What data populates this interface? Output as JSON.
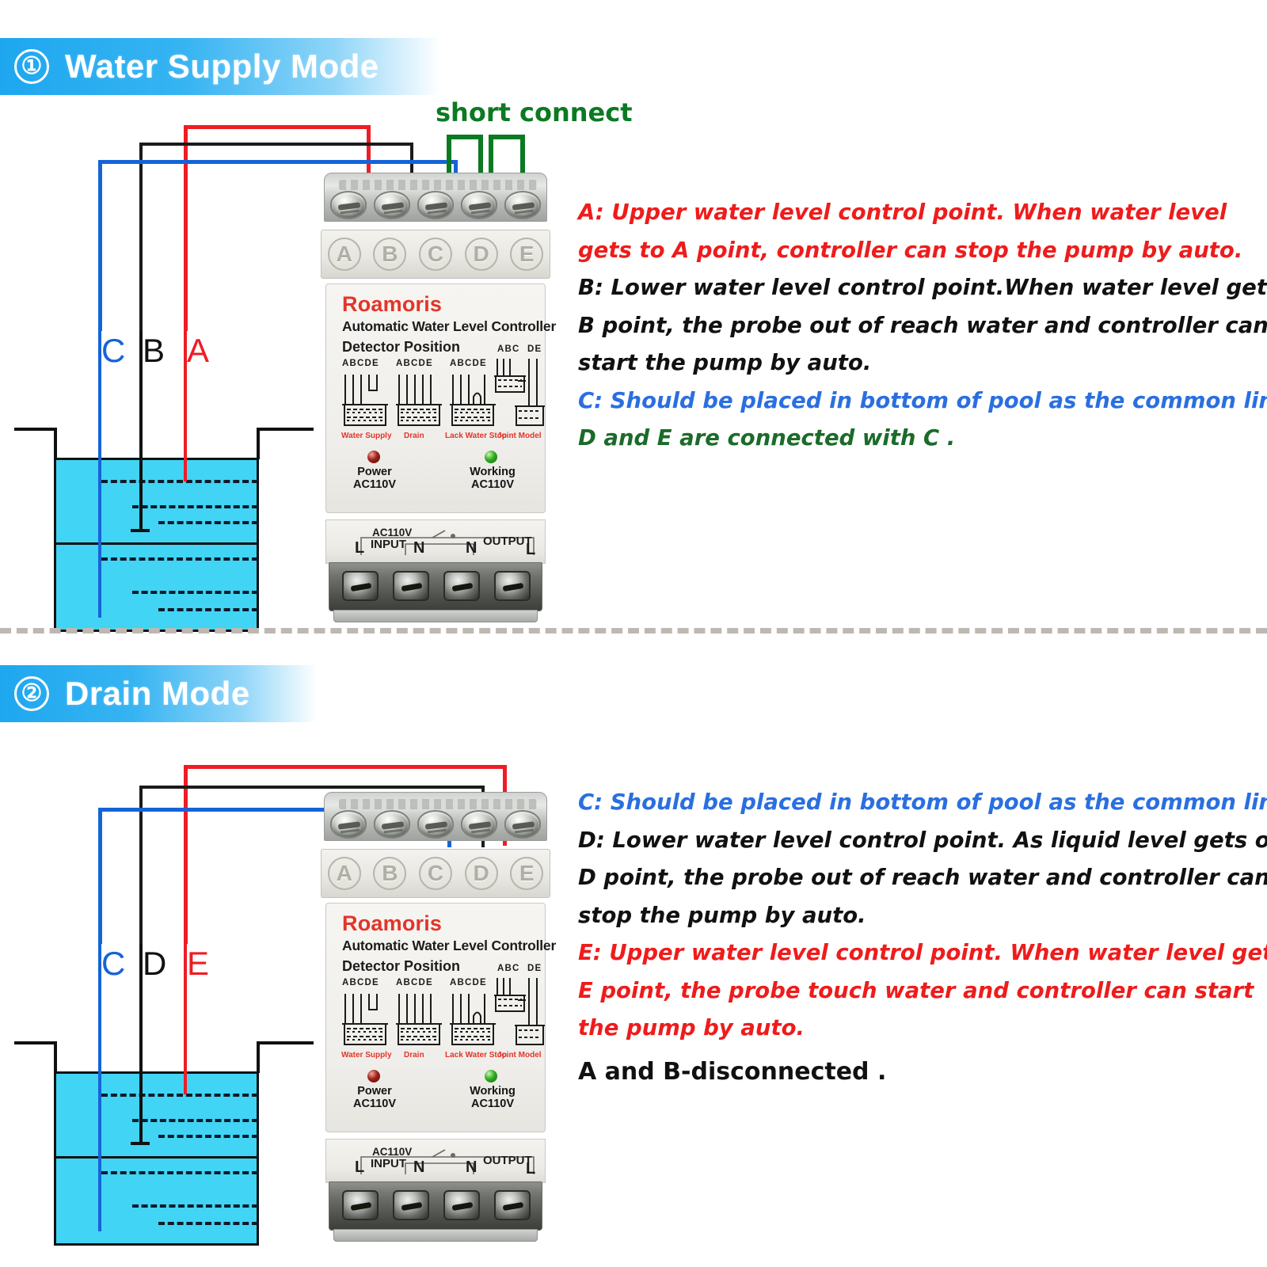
{
  "sections": [
    {
      "number": "①",
      "title": "Water Supply Mode",
      "short_connect_note": "short connect",
      "probe_labels": [
        {
          "text": "C",
          "color": "#1663d8"
        },
        {
          "text": "B",
          "color": "#111111"
        },
        {
          "text": "A",
          "color": "#ee1c25"
        }
      ],
      "wire_map": [
        {
          "terminal": "A",
          "color": "#ee1c25",
          "probe": "A"
        },
        {
          "terminal": "B",
          "color": "#1b1b1b",
          "probe": "B"
        },
        {
          "terminal": "C",
          "color": "#1663d8",
          "probe": "C"
        },
        {
          "terminal": "C-D",
          "color": "#0b7a22",
          "probe": "jumper"
        },
        {
          "terminal": "D-E",
          "color": "#0b7a22",
          "probe": "jumper"
        }
      ],
      "description_lines": [
        {
          "text": "A:  Upper water level control point. When water level",
          "color": "#ee1c1c",
          "style": "italic"
        },
        {
          "text": "gets to A point, controller can stop the pump by auto.",
          "color": "#ee1c1c",
          "style": "italic"
        },
        {
          "text": "B:  Lower water level control point.When water level gets off",
          "color": "#111111",
          "style": "italic"
        },
        {
          "text": "B point, the probe out of reach water and controller can",
          "color": "#111111",
          "style": "italic"
        },
        {
          "text": "start the pump by auto.",
          "color": "#111111",
          "style": "italic"
        },
        {
          "text": "C:  Should be placed in bottom of pool as the common line.",
          "color": "#2a6fe0",
          "style": "italic"
        },
        {
          "text": "D and E are connected with C .",
          "color": "#1b6b29",
          "style": "italic"
        }
      ]
    },
    {
      "number": "②",
      "title": "Drain Mode",
      "short_connect_note": "",
      "probe_labels": [
        {
          "text": "C",
          "color": "#1663d8"
        },
        {
          "text": "D",
          "color": "#111111"
        },
        {
          "text": "E",
          "color": "#ee1c25"
        }
      ],
      "wire_map": [
        {
          "terminal": "C",
          "color": "#1663d8",
          "probe": "C"
        },
        {
          "terminal": "D",
          "color": "#1b1b1b",
          "probe": "D"
        },
        {
          "terminal": "E",
          "color": "#ee1c25",
          "probe": "E"
        }
      ],
      "description_lines": [
        {
          "text": "C:  Should be placed in bottom of pool as the common line.",
          "color": "#2a6fe0",
          "style": "italic"
        },
        {
          "text": "D:  Lower water level control point. As liquid level gets off",
          "color": "#111111",
          "style": "italic"
        },
        {
          "text": "D point, the probe out of reach water and controller can",
          "color": "#111111",
          "style": "italic"
        },
        {
          "text": "stop the pump by auto.",
          "color": "#111111",
          "style": "italic"
        },
        {
          "text": "E:  Upper water level control point. When water level gets to",
          "color": "#ee1c1c",
          "style": "italic"
        },
        {
          "text": "E point, the probe touch water and controller can start",
          "color": "#ee1c1c",
          "style": "italic"
        },
        {
          "text": "the pump by auto.",
          "color": "#ee1c1c",
          "style": "italic"
        },
        {
          "text": "A and B-disconnected .",
          "color": "#111111",
          "style": "normal"
        }
      ]
    }
  ],
  "device": {
    "brand": "Roamoris",
    "model_line": "Automatic Water Level Controller",
    "detector_title": "Detector Position",
    "terminal_letters": [
      "A",
      "B",
      "C",
      "D",
      "E"
    ],
    "detector_modes": [
      {
        "probes": "ABCDE",
        "name": "Water Supply"
      },
      {
        "probes": "ABCDE",
        "name": "Drain"
      },
      {
        "probes": "ABCDE",
        "name": "Lack Water Stop"
      },
      {
        "probes_top": "ABC",
        "probes_top2": "DE",
        "name": "Joint Model"
      }
    ],
    "leds": [
      {
        "name": "Power",
        "voltage": "AC110V",
        "color": "#9c2016"
      },
      {
        "name": "Working",
        "voltage": "AC110V",
        "color": "#2faa22"
      }
    ],
    "io": {
      "input_label": "INPUT",
      "input_voltage": "AC110V",
      "output_label": "OUTPUT",
      "terminals": [
        "L",
        "N",
        "N",
        "L"
      ]
    }
  },
  "colors": {
    "banner_start": "#1ea7ef",
    "banner_end": "#ffffff",
    "water": "#41d4f4",
    "wire_red": "#ee1c25",
    "wire_black": "#1b1b1b",
    "wire_blue": "#1663d8",
    "wire_green": "#0b7a22",
    "divider": "#bdb9b2"
  }
}
